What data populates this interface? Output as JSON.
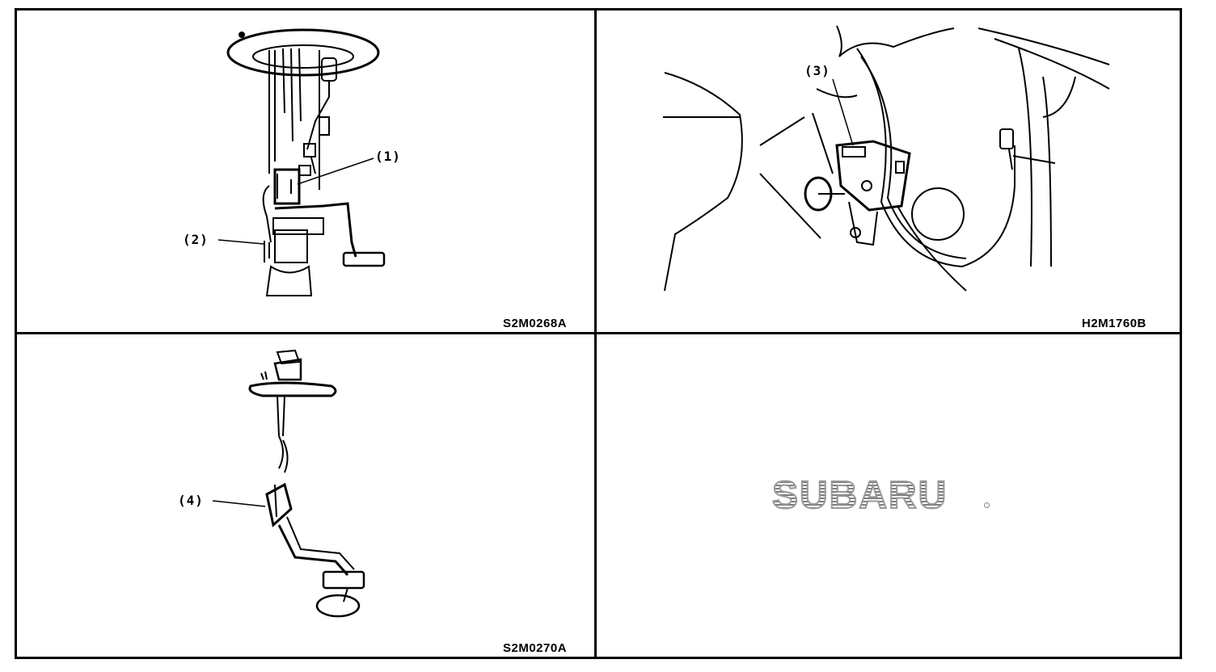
{
  "panels": {
    "top_left": {
      "code": "S2M0268A",
      "callouts": [
        "(1)",
        "(2)"
      ]
    },
    "top_right": {
      "code": "H2M1760B",
      "callouts": [
        "(3)"
      ]
    },
    "bottom_left": {
      "code": "S2M0270A",
      "callouts": [
        "(4)"
      ]
    },
    "bottom_right": {
      "logo": "SUBARU"
    }
  },
  "colors": {
    "line": "#000000",
    "background": "#ffffff",
    "logo": "#8a8a8a"
  }
}
